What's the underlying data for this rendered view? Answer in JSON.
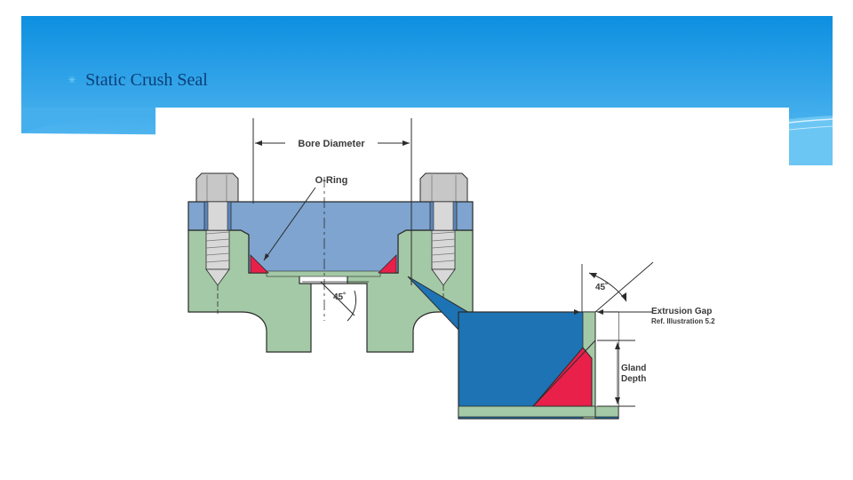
{
  "slide": {
    "title": "Static Crush Seal",
    "bullet_icon": "✳"
  },
  "diagram": {
    "labels": {
      "bore_diameter": "Bore Diameter",
      "o_ring": "O-Ring",
      "angle_main": "45˚",
      "angle_detail": "45˚",
      "extrusion_gap": "Extrusion Gap",
      "ref": "Ref. Illustration 5.2",
      "gland": "Gland",
      "depth": "Depth"
    },
    "colors": {
      "header_top": "#0d8fe0",
      "header_bottom": "#55b9f1",
      "flange_green": "#a4c9a6",
      "plate_blue": "#7ea4cf",
      "detail_blue": "#1d73b3",
      "o_ring_red": "#e8204a",
      "bolt_gray": "#c7c7c7",
      "outline": "#2b2b2b"
    }
  }
}
